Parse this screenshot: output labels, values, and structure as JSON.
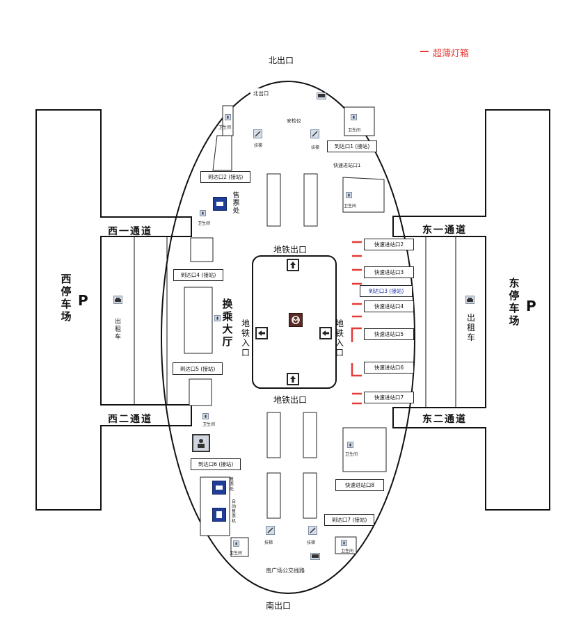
{
  "legend": {
    "label": "超薄灯箱",
    "color": "#e53935"
  },
  "exits": {
    "north": "北出口",
    "south": "南出口"
  },
  "metro": {
    "exit_top": "地铁出口",
    "exit_bottom": "地铁出口",
    "entrance_left": "地铁入口",
    "entrance_right": "地铁入口"
  },
  "hall": {
    "name": "换乘大厅"
  },
  "channels": {
    "west1": "西一通道",
    "west2": "西二通道",
    "east1": "东一通道",
    "east2": "东二通道"
  },
  "parking": {
    "west": "西停车场",
    "east": "东停车场",
    "symbol": "P"
  },
  "taxi": {
    "west": "出租车",
    "east": "出租车"
  },
  "labels": {
    "north_exit_box": "北出口",
    "security": "安检仪",
    "escalator": "扶梯",
    "restroom": "卫生间",
    "ticket_office": "售票处",
    "ticket_office_sm": "售票处",
    "self_ticket": "自动售票机",
    "bus_road": "南广场公交线路"
  },
  "gates": {
    "arrive1": "到达口1 (接站)",
    "arrive2": "到达口2 (接站)",
    "arrive3": "到达口3 (接站)",
    "arrive4": "到达口4 (接站)",
    "arrive5": "到达口5 (接站)",
    "arrive6": "到达口6 (接站)",
    "arrive7": "到达口7 (接站)",
    "fast1": "快速进站口1",
    "fast2": "快速进站口2",
    "fast3": "快速进站口3",
    "fast4": "快速进站口4",
    "fast5": "快速进站口5",
    "fast6": "快速进站口6",
    "fast7": "快速进站口7",
    "fast8": "快速进站口8"
  },
  "icons": [
    "restroom-icon",
    "escalator-icon",
    "bus-icon",
    "taxi-icon",
    "ticket-office-icon",
    "self-ticket-icon",
    "metro-icon",
    "metro-exit-icon",
    "metro-entrance-icon",
    "service-icon"
  ]
}
